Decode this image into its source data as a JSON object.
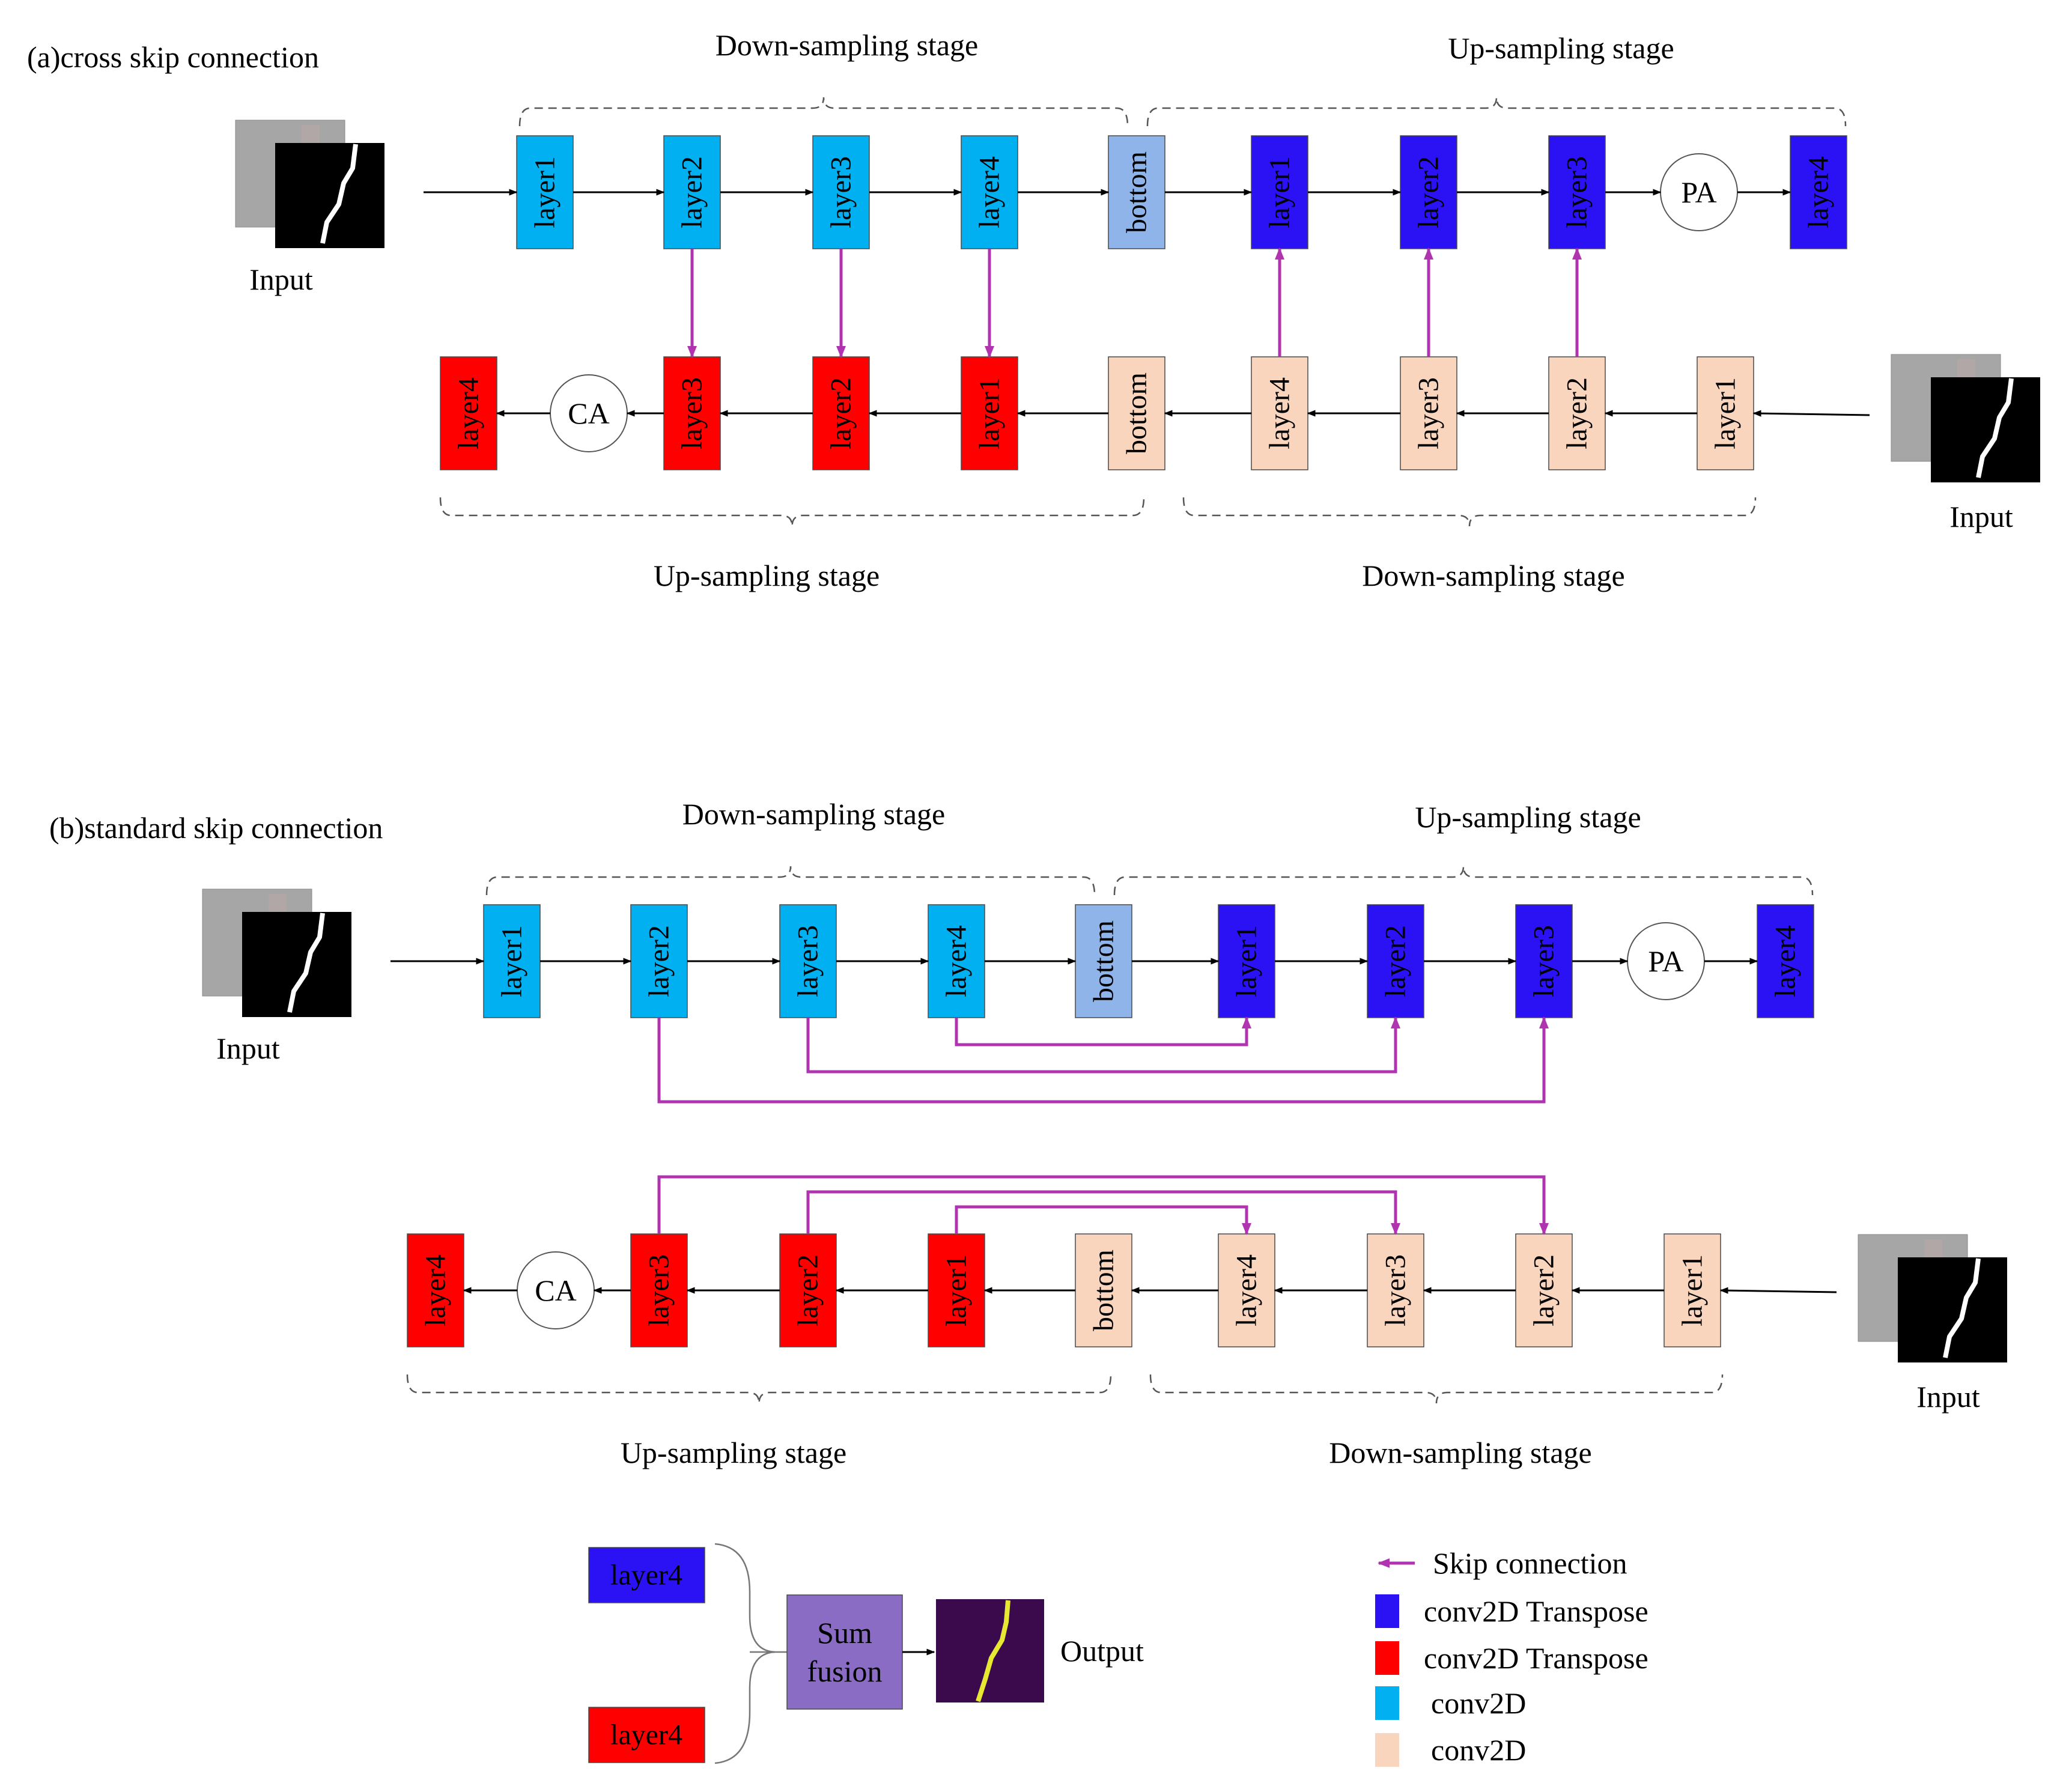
{
  "colors": {
    "enc_a": "#00b0f0",
    "dec_a": "#2a12f5",
    "enc_b": "#fad5be",
    "dec_b": "#ff0000",
    "bottom_a": "#8fb4ea",
    "bottom_b": "#fad5be",
    "skip": "#b033b0",
    "sum": "#8a6cc4",
    "output_bg": "#3a0a4c",
    "output_crack": "#e6e832"
  },
  "panel_a": {
    "label": "(a)cross skip connection",
    "input_label": "Input",
    "input2_label": "Input",
    "top_down_stage": "Down-sampling stage",
    "top_up_stage": "Up-sampling stage",
    "bottom_up_stage": "Up-sampling stage",
    "bottom_down_stage": "Down-sampling stage",
    "top_row": [
      "layer1",
      "layer2",
      "layer3",
      "layer4",
      "bottom",
      "layer1",
      "layer2",
      "layer3",
      "PA",
      "layer4"
    ],
    "bottom_row": [
      "layer4",
      "CA",
      "layer3",
      "layer2",
      "layer1",
      "bottom",
      "layer4",
      "layer3",
      "layer2",
      "layer1"
    ]
  },
  "panel_b": {
    "label": "(b)standard skip connection",
    "input_label": "Input",
    "input2_label": "Input",
    "top_down_stage": "Down-sampling stage",
    "top_up_stage": "Up-sampling stage",
    "bottom_up_stage": "Up-sampling stage",
    "bottom_down_stage": "Down-sampling stage",
    "top_row": [
      "layer1",
      "layer2",
      "layer3",
      "layer4",
      "bottom",
      "layer1",
      "layer2",
      "layer3",
      "PA",
      "layer4"
    ],
    "bottom_row": [
      "layer4",
      "CA",
      "layer3",
      "layer2",
      "layer1",
      "bottom",
      "layer4",
      "layer3",
      "layer2",
      "layer1"
    ]
  },
  "fusion": {
    "blue_label": "layer4",
    "red_label": "layer4",
    "sum_line1": "Sum",
    "sum_line2": "fusion",
    "output_label": "Output"
  },
  "legend": [
    {
      "label": "Skip connection",
      "kind": "arrow"
    },
    {
      "label": "conv2D Transpose",
      "kind": "dec_a"
    },
    {
      "label": "conv2D Transpose",
      "kind": "dec_b"
    },
    {
      "label": "conv2D",
      "kind": "enc_a"
    },
    {
      "label": "conv2D",
      "kind": "enc_b"
    }
  ]
}
